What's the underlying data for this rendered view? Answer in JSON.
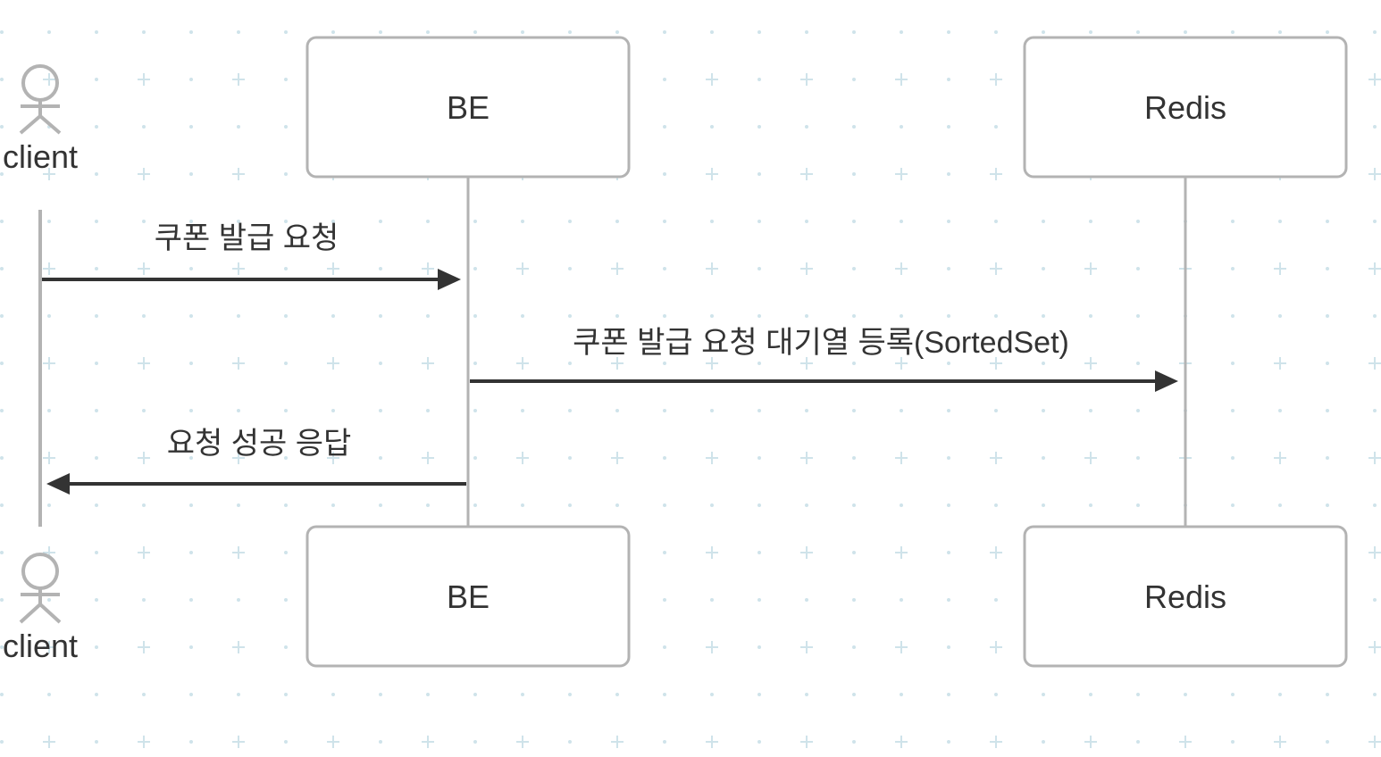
{
  "participants": {
    "client": "client",
    "be": "BE",
    "redis": "Redis"
  },
  "messages": [
    {
      "from": "client",
      "to": "be",
      "label": "쿠폰 발급 요청"
    },
    {
      "from": "be",
      "to": "redis",
      "label": "쿠폰 발급 요청 대기열 등록(SortedSet)"
    },
    {
      "from": "be",
      "to": "client",
      "label": "요청 성공 응답"
    }
  ],
  "colors": {
    "grid": "#cfe3ea",
    "box_border": "#b3b3b3",
    "lifeline": "#b3b3b3",
    "arrow": "#333333",
    "text": "#333333"
  }
}
